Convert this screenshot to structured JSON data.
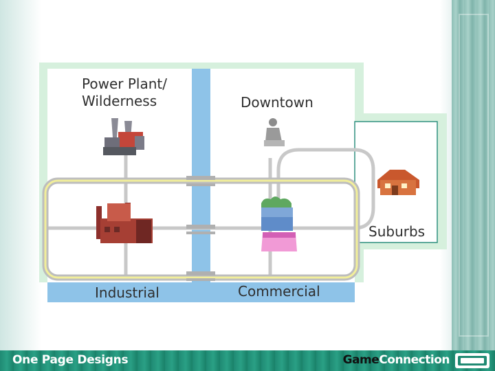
{
  "zones": {
    "power_plant": "Power Plant/\nWilderness",
    "downtown": "Downtown",
    "suburbs": "Suburbs",
    "industrial": "Industrial",
    "commercial": "Commercial"
  },
  "footer": {
    "left": "One Page Designs",
    "brand_part1": "Game",
    "brand_part2": "Connection"
  },
  "colors": {
    "zone_green": "#d6f0dd",
    "river_blue": "#8ec3e8",
    "road_gray": "#c8c8c8",
    "rail_yellow": "#f2ef9a",
    "footer_teal": "#1f8a73"
  },
  "icons": [
    "power-plant-icon",
    "statue-icon",
    "house-icon",
    "factory-icon",
    "shop-icon"
  ]
}
